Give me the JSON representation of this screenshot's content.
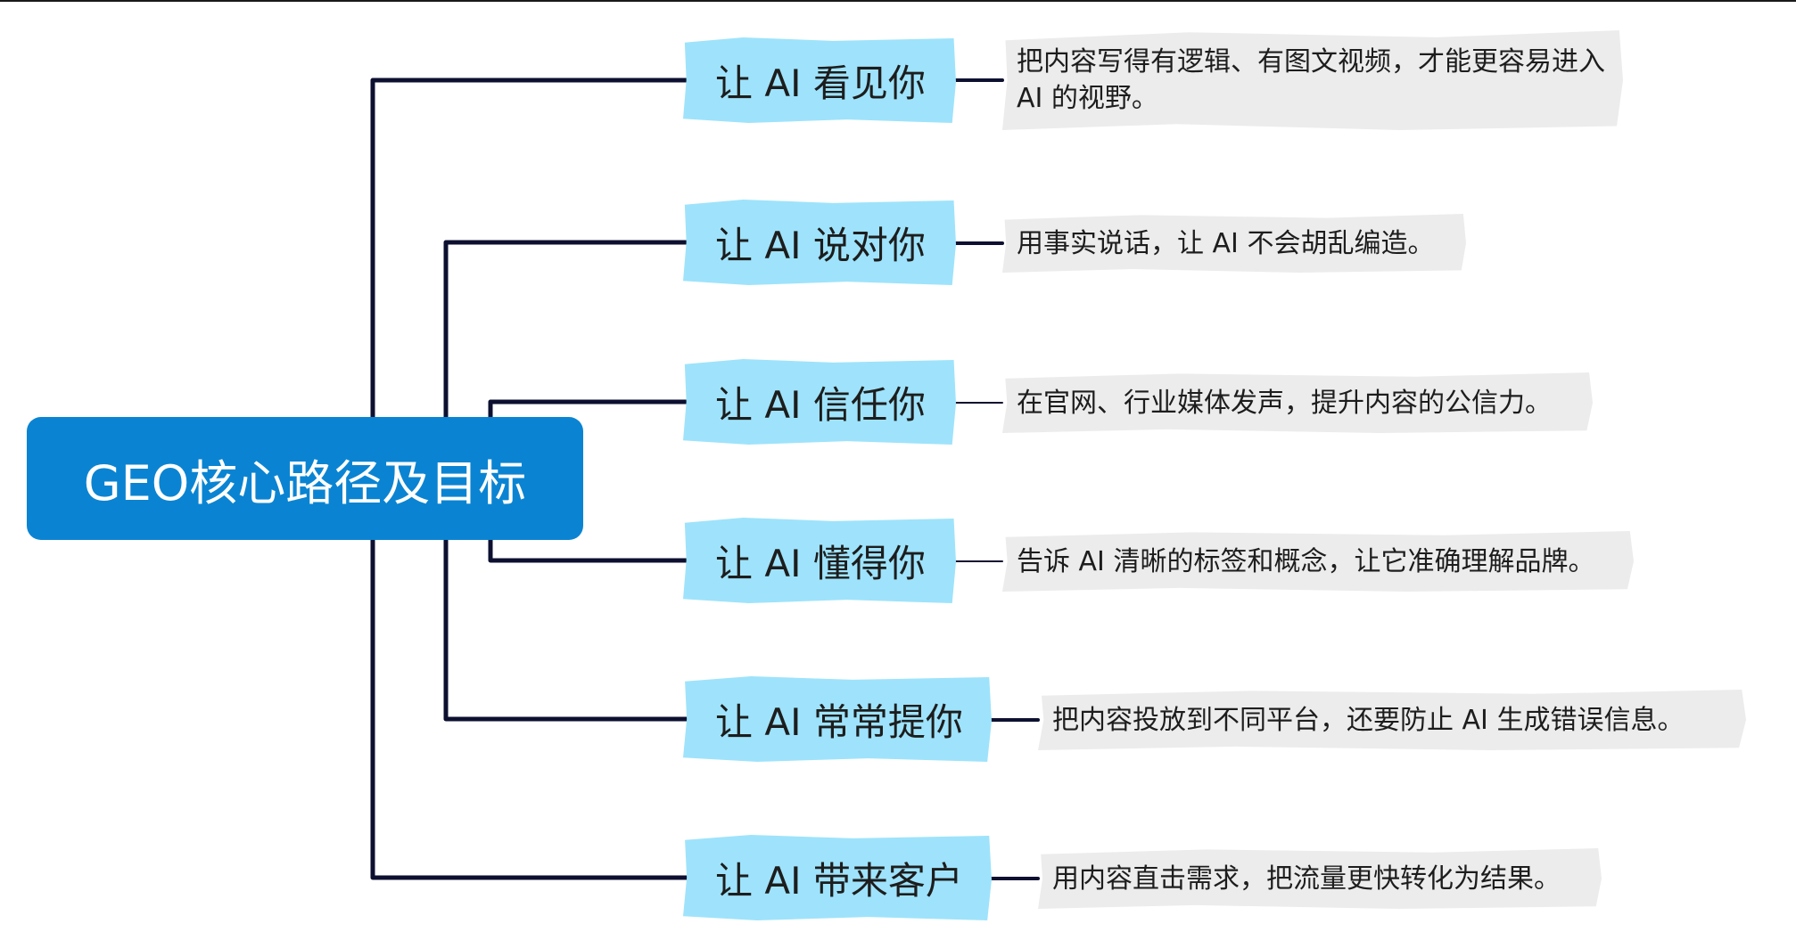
{
  "root": {
    "label": "GEO核心路径及目标"
  },
  "branches": [
    {
      "label": "让 AI 看见你",
      "desc": "把内容写得有逻辑、有图文视频，才能更容易进入 AI 的视野。"
    },
    {
      "label": "让 AI 说对你",
      "desc": "用事实说话，让 AI 不会胡乱编造。"
    },
    {
      "label": "让 AI 信任你",
      "desc": "在官网、行业媒体发声，提升内容的公信力。"
    },
    {
      "label": "让 AI 懂得你",
      "desc": "告诉 AI 清晰的标签和概念，让它准确理解品牌。"
    },
    {
      "label": "让 AI 常常提你",
      "desc": "把内容投放到不同平台，还要防止 AI 生成错误信息。"
    },
    {
      "label": "让 AI 带来客户",
      "desc": "用内容直击需求，把流量更快转化为结果。"
    }
  ],
  "colors": {
    "root_fill": "#0a84d2",
    "branch_fill": "#9ee3fb",
    "leaf_fill": "#ececec",
    "connector": "#0d1030"
  }
}
